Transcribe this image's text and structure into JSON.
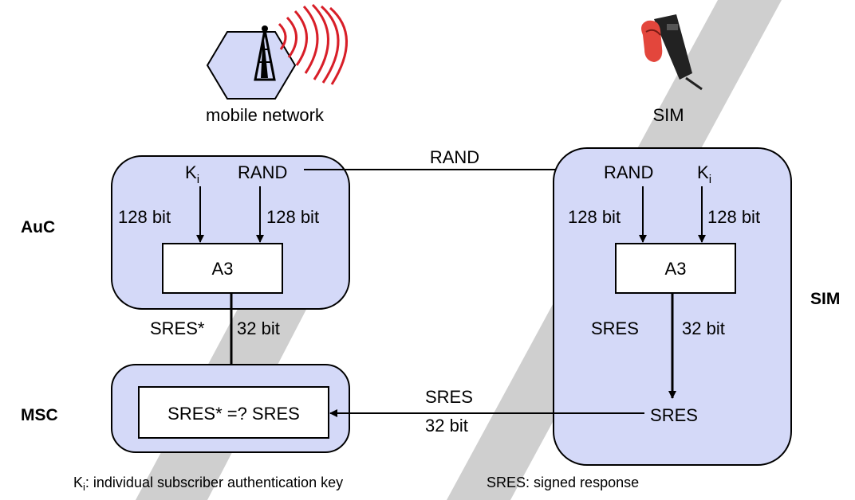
{
  "network": {
    "caption": "mobile network"
  },
  "sim_device": {
    "caption": "SIM"
  },
  "side_labels": {
    "auc": "AuC",
    "msc": "MSC",
    "sim": "SIM"
  },
  "auc": {
    "ki_label": "K",
    "ki_sub": "i",
    "rand_label": "RAND",
    "ki_bits": "128 bit",
    "rand_bits": "128 bit",
    "algo": "A3"
  },
  "transfer": {
    "rand_label": "RAND"
  },
  "sim": {
    "rand_label": "RAND",
    "ki_label": "K",
    "ki_sub": "i",
    "rand_bits": "128 bit",
    "ki_bits": "128 bit",
    "algo": "A3",
    "sres_label": "SRES",
    "sres_bits": "32 bit",
    "sres_out": "SRES"
  },
  "auc_out": {
    "sres_label": "SRES*",
    "sres_bits": "32 bit"
  },
  "msc": {
    "compare": "SRES* =? SRES"
  },
  "return": {
    "sres_label": "SRES",
    "sres_bits": "32 bit"
  },
  "legend": {
    "ki_k": "K",
    "ki_sub": "i",
    "ki_text": ": individual subscriber authentication key",
    "sres_text": "SRES: signed response"
  },
  "colors": {
    "box_fill": "#d4d9f8",
    "stroke": "#000000",
    "signal": "#d81e28",
    "watermark": "#cfcfcf"
  }
}
